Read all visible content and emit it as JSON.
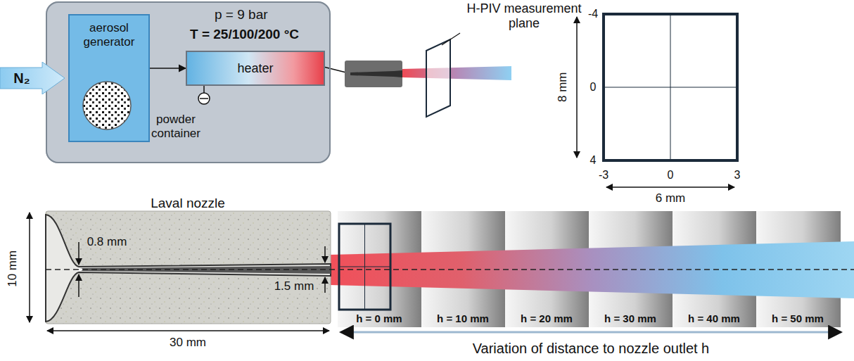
{
  "diagram": {
    "nodes": [
      {
        "text": [
          "p = 9 bar",
          "T = 25/100/200 °C"
        ]
      },
      {
        "text": [
          "aerosol generator"
        ],
        "in": 0
      },
      {
        "text": [
          "heater"
        ],
        "in": 0
      },
      {
        "text": [
          "N₂"
        ]
      }
    ],
    "edges": [
      {
        "from": 1,
        "to": 2,
        "arrow": "to"
      }
    ],
    "labels": [
      "powder container",
      "H-PIV measurement plane",
      "-4",
      "0",
      "4",
      "8 mm",
      "-3",
      "0",
      "3",
      "6 mm",
      "Laval nozzle",
      "10 mm",
      "0.8 mm",
      "1.5 mm",
      "30 mm",
      "h = 0 mm",
      "h = 10 mm",
      "h = 20 mm",
      "h = 30 mm",
      "h = 40 mm",
      "h = 50 mm",
      "Variation of distance to nozzle outlet h"
    ]
  }
}
